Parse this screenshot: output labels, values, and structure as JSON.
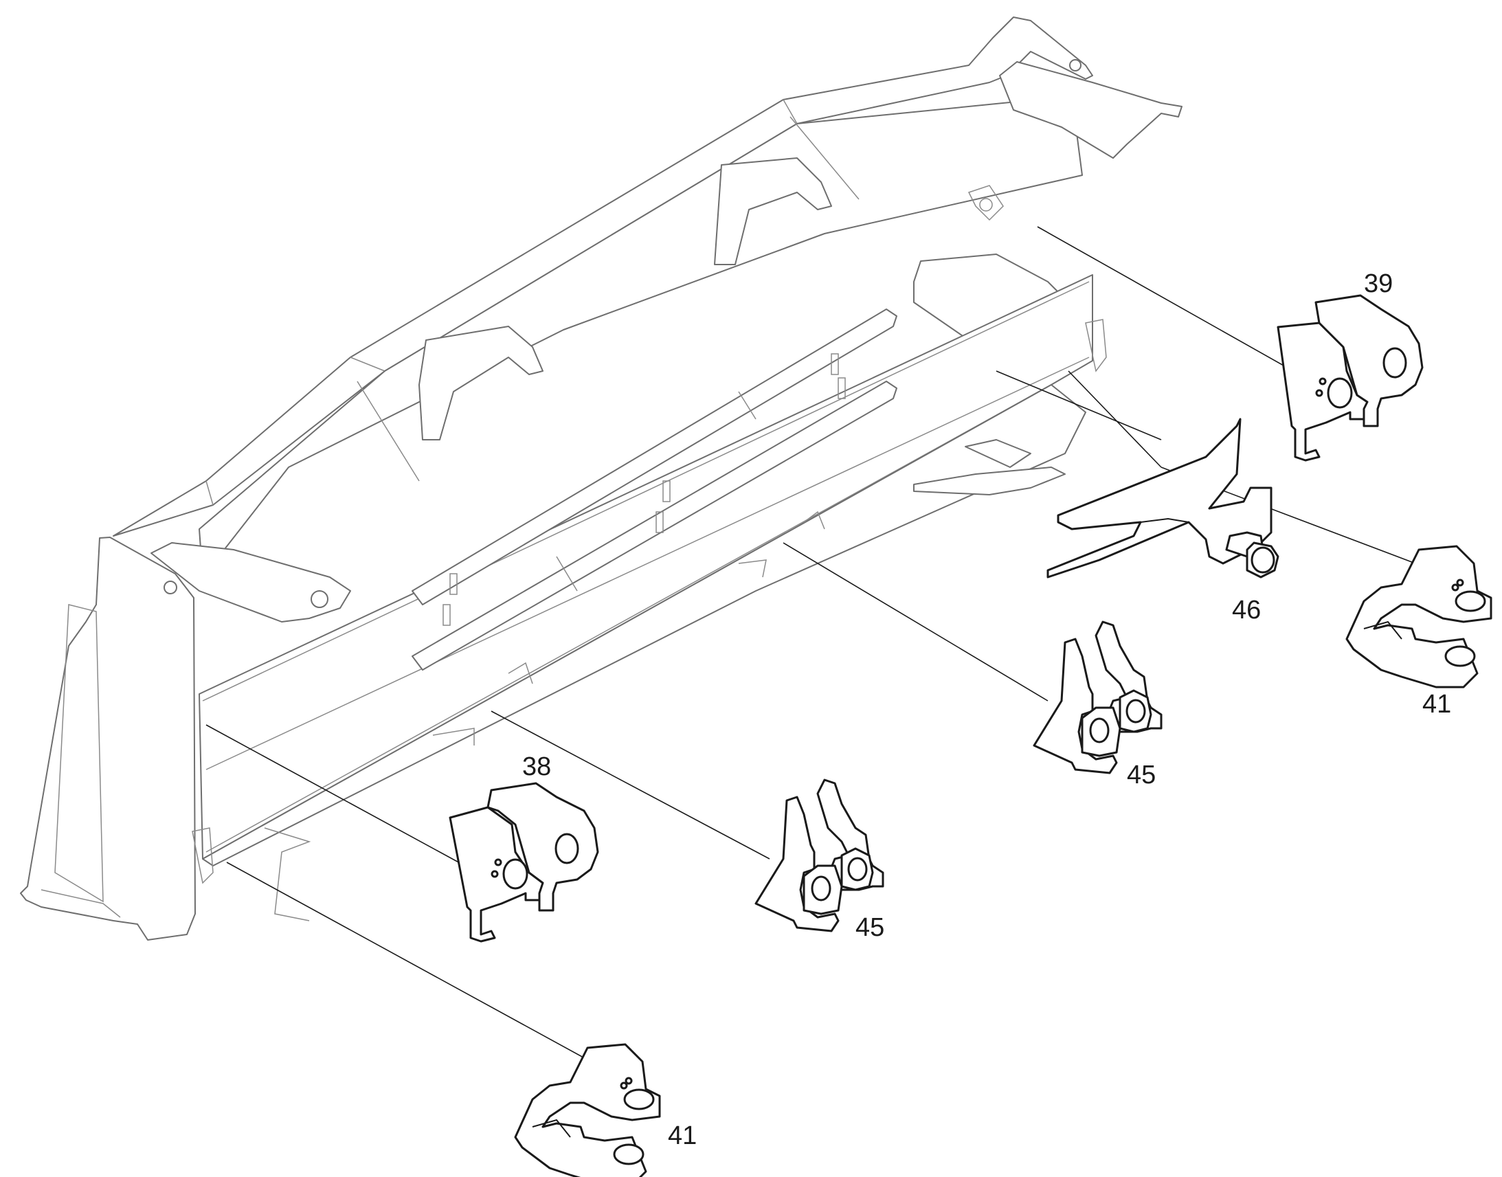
{
  "callouts": [
    {
      "id": "c39",
      "label": "39"
    },
    {
      "id": "c46",
      "label": "46"
    },
    {
      "id": "c41-right",
      "label": "41"
    },
    {
      "id": "c45-right",
      "label": "45"
    },
    {
      "id": "c38",
      "label": "38"
    },
    {
      "id": "c45-left",
      "label": "45"
    },
    {
      "id": "c41-left",
      "label": "41"
    }
  ]
}
